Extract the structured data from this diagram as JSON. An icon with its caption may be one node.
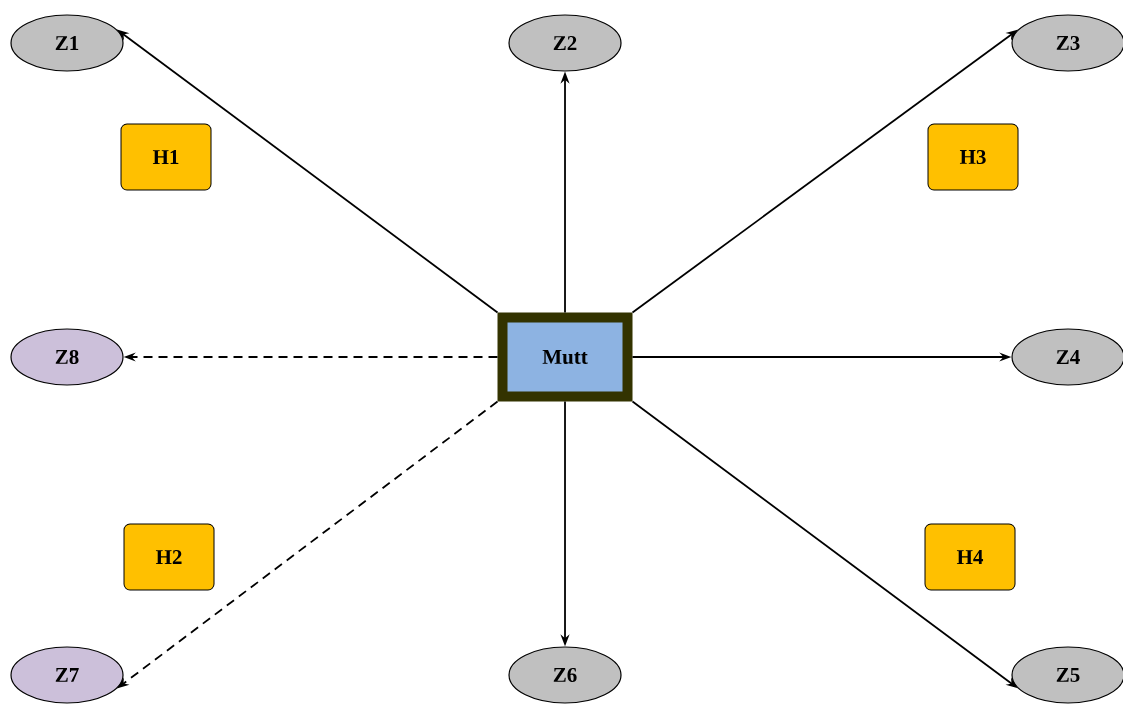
{
  "diagram": {
    "nodes": [
      {
        "text": [
          "Z1"
        ]
      },
      {
        "text": [
          "Z2"
        ]
      },
      {
        "text": [
          "Z3"
        ]
      },
      {
        "text": [
          "H1"
        ]
      },
      {
        "text": [
          "H3"
        ]
      },
      {
        "text": [
          "Z8"
        ]
      },
      {
        "text": [
          "Mutt"
        ]
      },
      {
        "text": [
          "Z4"
        ]
      },
      {
        "text": [
          "H2"
        ]
      },
      {
        "text": [
          "H4"
        ]
      },
      {
        "text": [
          "Z7"
        ]
      },
      {
        "text": [
          "Z6"
        ]
      },
      {
        "text": [
          "Z5"
        ]
      }
    ],
    "edges": [
      {
        "from": 6,
        "to": 0,
        "arrow": "to"
      },
      {
        "from": 6,
        "to": 1,
        "arrow": "to"
      },
      {
        "from": 6,
        "to": 2,
        "arrow": "to"
      },
      {
        "from": 6,
        "to": 5,
        "arrow": "to",
        "style": "dashed"
      },
      {
        "from": 6,
        "to": 7,
        "arrow": "to"
      },
      {
        "from": 6,
        "to": 10,
        "arrow": "to",
        "style": "dashed"
      },
      {
        "from": 6,
        "to": 11,
        "arrow": "to"
      },
      {
        "from": 6,
        "to": 12,
        "arrow": "to"
      }
    ]
  }
}
